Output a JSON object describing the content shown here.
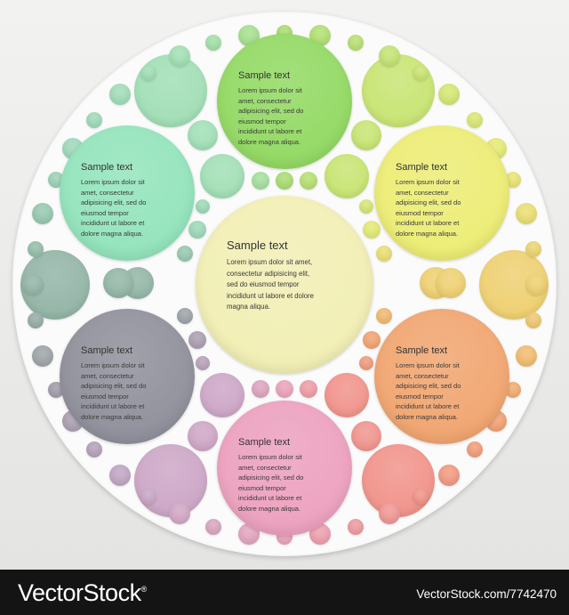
{
  "diagram": {
    "panels": [
      {
        "id": "green",
        "title": "Sample text",
        "body": "Lorem ipsum dolor sit\namet, consectetur\nadipisicing elit, sed do\neiusmod tempor\nincididunt ut labore et\ndolore magna aliqua.",
        "color": "#8fd85e"
      },
      {
        "id": "mint",
        "title": "Sample text",
        "body": "Lorem ipsum dolor sit\namet, consectetur\nadipisicing elit, sed do\neiusmod tempor\nincididunt ut labore et\ndolore magna aliqua.",
        "color": "#8fe3b9"
      },
      {
        "id": "yellow",
        "title": "Sample text",
        "body": "Lorem ipsum dolor sit\namet, consectetur\nadipisicing elit, sed do\neiusmod tempor\nincididunt ut labore et\ndolore magna aliqua.",
        "color": "#ecec70"
      },
      {
        "id": "center",
        "title": "Sample text",
        "body": "Lorem ipsum dolor sit amet,\nconsectetur adipisicing elit,\nsed do eiusmod tempor\nincididunt ut labore et dolore\nmagna aliqua.",
        "color": "#f1eeb2"
      },
      {
        "id": "slate",
        "title": "Sample text",
        "body": "Lorem ipsum dolor sit\namet, consectetur\nadipisicing elit, sed do\neiusmod tempor\nincididunt ut labore et\ndolore magna aliqua.",
        "color": "#8c8c98"
      },
      {
        "id": "orange",
        "title": "Sample text",
        "body": "Lorem ipsum dolor sit\namet, consectetur\nadipisicing elit, sed do\neiusmod tempor\nincididunt ut labore et\ndolore magna aliqua.",
        "color": "#f0a26b"
      },
      {
        "id": "pink",
        "title": "Sample text",
        "body": "Lorem ipsum dolor sit\namet, consectetur\nadipisicing elit, sed do\neiusmod tempor\nincididunt ut labore et\ndolore magna aliqua.",
        "color": "#ec9ebc"
      }
    ]
  },
  "watermark": {
    "logo": "VectorStock",
    "logo_mark": "®",
    "site": "VectorStock.com/7742470"
  }
}
